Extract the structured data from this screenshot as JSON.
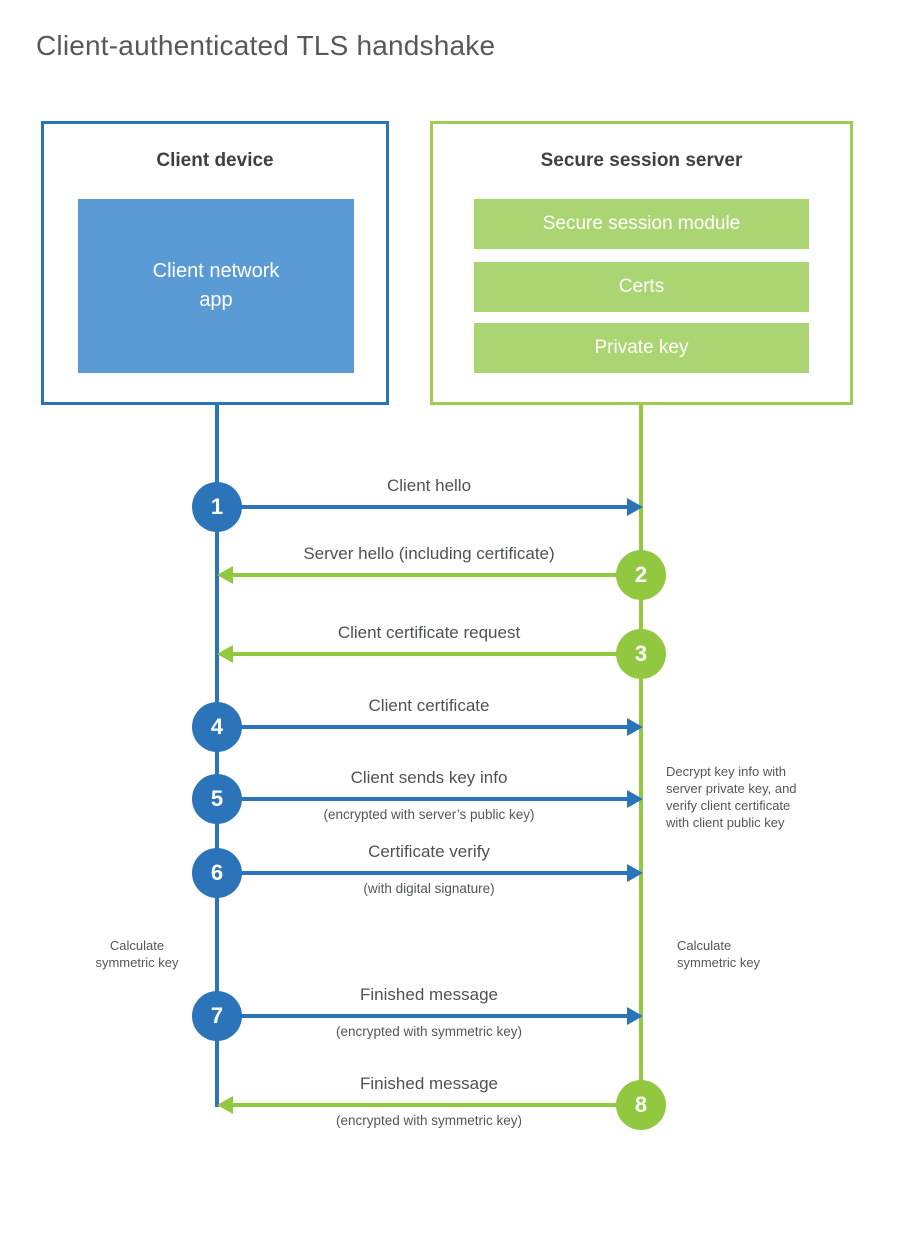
{
  "page_title": "Client-authenticated TLS handshake",
  "client_box": {
    "title": "Client device",
    "app_label": "Client network\napp"
  },
  "server_box": {
    "title": "Secure session server",
    "modules": [
      {
        "label": "Secure session module"
      },
      {
        "label": "Certs"
      },
      {
        "label": "Private key"
      }
    ]
  },
  "messages": [
    {
      "num": "1",
      "from": "client",
      "to": "server",
      "label": "Client hello",
      "sublabel": ""
    },
    {
      "num": "2",
      "from": "server",
      "to": "client",
      "label": "Server hello (including certificate)",
      "sublabel": ""
    },
    {
      "num": "3",
      "from": "server",
      "to": "client",
      "label": "Client certificate request",
      "sublabel": ""
    },
    {
      "num": "4",
      "from": "client",
      "to": "server",
      "label": "Client certificate",
      "sublabel": ""
    },
    {
      "num": "5",
      "from": "client",
      "to": "server",
      "label": "Client sends key info",
      "sublabel": "(encrypted with server’s public key)"
    },
    {
      "num": "6",
      "from": "client",
      "to": "server",
      "label": "Certificate verify",
      "sublabel": "(with digital signature)"
    },
    {
      "num": "7",
      "from": "client",
      "to": "server",
      "label": "Finished message",
      "sublabel": "(encrypted with symmetric key)"
    },
    {
      "num": "8",
      "from": "server",
      "to": "client",
      "label": "Finished message",
      "sublabel": "(encrypted with symmetric key)"
    }
  ],
  "annotations": {
    "decrypt_note": "Decrypt key info with\nserver private key, and\nverify client certificate\nwith client public key",
    "calculate_left": "Calculate\nsymmetric key",
    "calculate_right": "Calculate\nsymmetric key"
  },
  "colors": {
    "client_primary": "#2c74b9",
    "client_fill": "#5b9bd5",
    "server_primary": "#92c83f",
    "server_fill": "#abd573",
    "server_border": "#9ccd52",
    "heading_text": "#3e4042",
    "body_text": "#55575a"
  }
}
